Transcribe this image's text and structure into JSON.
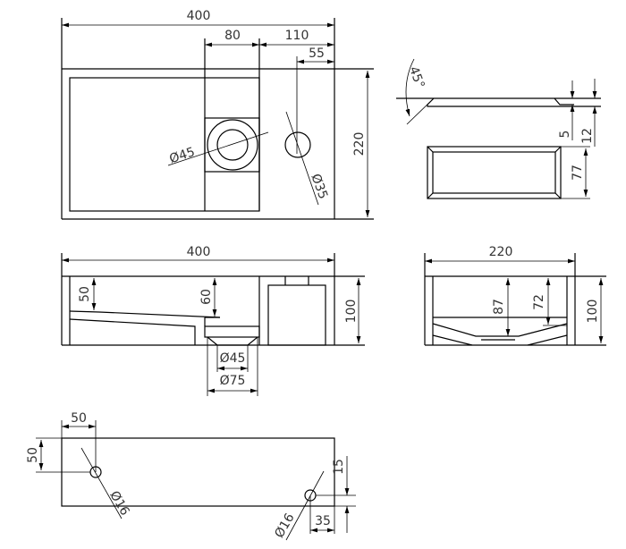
{
  "top_view": {
    "width": "400",
    "drain_box": "80",
    "tap_offset": "110",
    "tap_center": "55",
    "depth": "220",
    "drain_dia": "Ø45",
    "tap_dia": "Ø35"
  },
  "side_view": {
    "width": "400",
    "height": "100",
    "left_depth": "50",
    "drain_depth": "60",
    "drain_inner": "Ø45",
    "drain_outer": "Ø75"
  },
  "profile_view": {
    "angle": "45°",
    "thickness_a": "5",
    "thickness_b": "12",
    "height": "77"
  },
  "end_view": {
    "width": "220",
    "height": "100",
    "inner_depth": "87",
    "drain_depth": "72"
  },
  "bottom_view": {
    "hole1_x": "50",
    "hole1_y": "50",
    "hole1_dia": "Ø16",
    "hole2_dia": "Ø16",
    "hole2_y": "15",
    "hole2_x": "35"
  }
}
